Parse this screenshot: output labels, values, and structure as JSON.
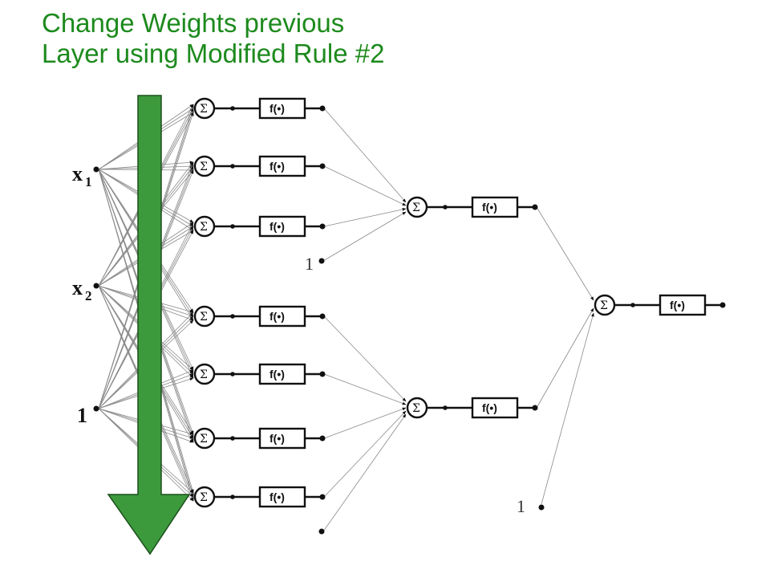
{
  "title": {
    "line1": "Change Weights previous",
    "line2": "Layer using Modified Rule #2"
  },
  "labels": {
    "x1_base": "x",
    "x1_sub": "1",
    "x2_base": "x",
    "x2_sub": "2",
    "bias_input": "1",
    "bias_hidden": "1",
    "bias_output": "1"
  },
  "symbols": {
    "sum": "Σ",
    "activation": "f(•)"
  },
  "colors": {
    "title": "#1d8a1d",
    "arrow_fill": "#3c9a3c",
    "arrow_stroke": "#1c4e1c"
  },
  "icons": {
    "arrow": "down-arrow-icon"
  }
}
